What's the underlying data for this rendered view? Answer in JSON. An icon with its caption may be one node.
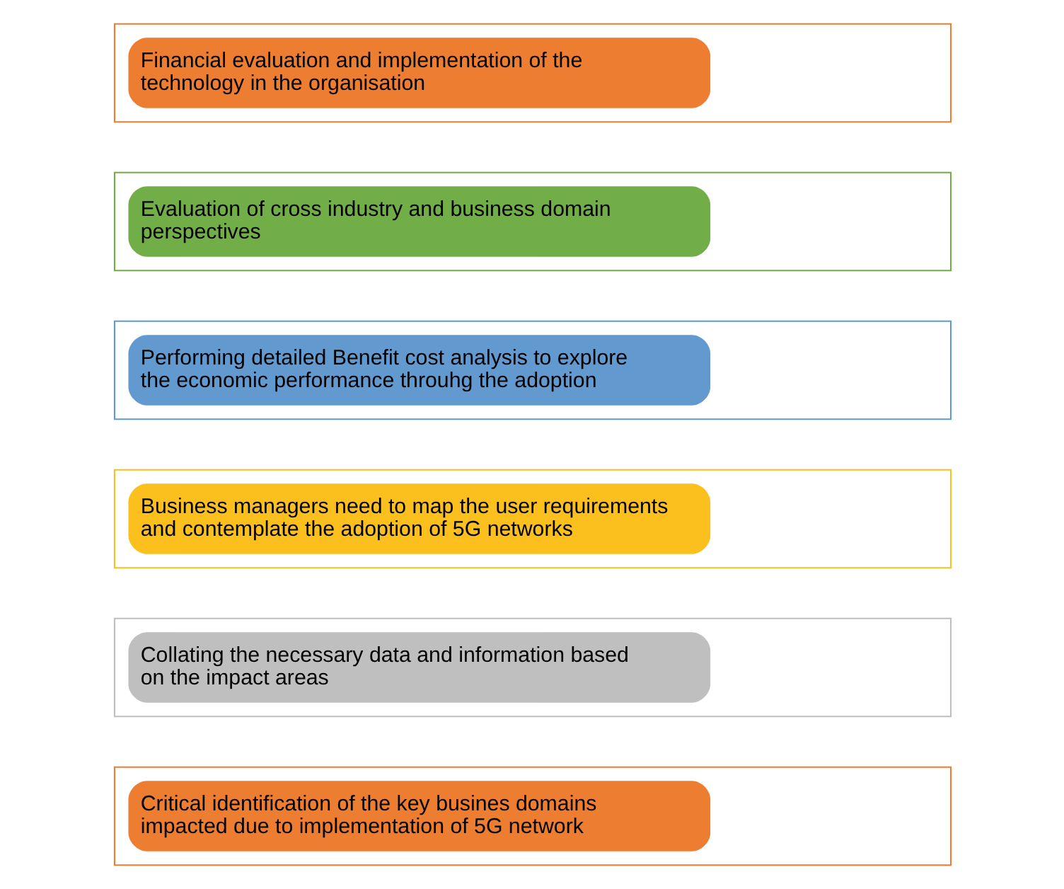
{
  "diagram": {
    "nodes": [
      {
        "text": [
          "Critical identification of the key busines domains impacted due to implementation of 5G network"
        ]
      },
      {
        "text": [
          "Collating the necessary data and information based on the impact areas"
        ]
      },
      {
        "text": [
          "Business managers need to map the user requirements and contemplate the adoption of 5G networks"
        ]
      },
      {
        "text": [
          "Performing detailed Benefit cost analysis to explore the economic performance throuhg the adoption"
        ]
      },
      {
        "text": [
          "Evaluation of cross industry and business domain perspectives"
        ]
      },
      {
        "text": [
          "Financial evaluation and implementation of the technology in the organisation"
        ]
      }
    ]
  }
}
